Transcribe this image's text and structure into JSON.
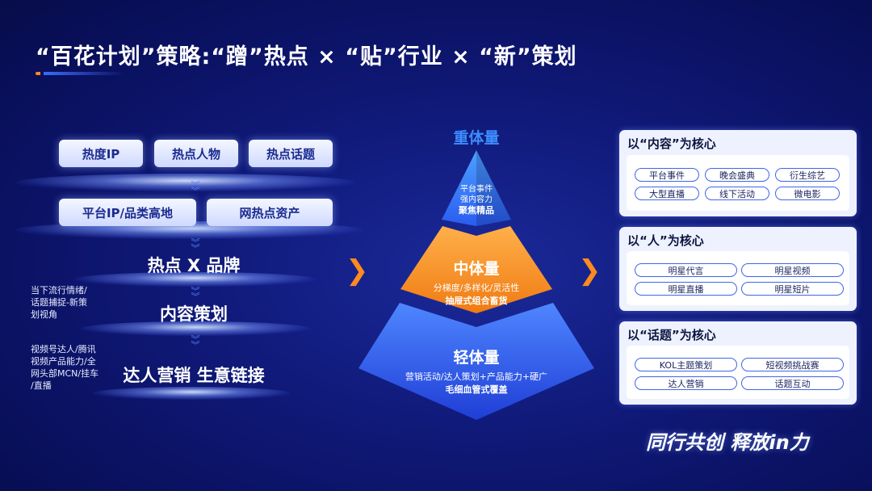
{
  "title": "“百花计划”策略:“蹭”热点 × “贴”行业 × “新”策划",
  "left": {
    "row1": [
      "热度IP",
      "热点人物",
      "热点话题"
    ],
    "row2": [
      "平台IP/品类高地",
      "网热点资产"
    ],
    "stage1": "热点 X 品牌",
    "stage2": "内容策划",
    "stage3": "达人营销 生意链接",
    "note1": [
      "当下流行情绪/",
      "话题捕捉-新策",
      "划视角"
    ],
    "note2": [
      "视频号达人/腾讯",
      "视频产品能力/全",
      "网头部MCN/挂车",
      "/直播"
    ]
  },
  "pyramid": {
    "top_header": "重体量",
    "top": {
      "lines": [
        "平台事件",
        "强内容力"
      ],
      "bold": "聚焦精品"
    },
    "middle": {
      "title": "中体量",
      "line": "分梯度/多样化/灵活性",
      "bold": "抽屉式组合畜货"
    },
    "bottom": {
      "title": "轻体量",
      "line": "营销活动/达人策划+产品能力+硬广",
      "bold": "毛细血管式覆盖"
    }
  },
  "cards": [
    {
      "title": "以“内容”为核心",
      "pills": [
        "平台事件",
        "晚会盛典",
        "衍生综艺",
        "大型直播",
        "线下活动",
        "微电影"
      ]
    },
    {
      "title": "以“人”为核心",
      "pills": [
        "明星代言",
        "明星视频",
        "明星直播",
        "明星短片"
      ]
    },
    {
      "title": "以“话题”为核心",
      "pills": [
        "KOL主题策划",
        "短视频挑战赛",
        "达人营销",
        "话题互动"
      ]
    }
  ],
  "slogan": "同行共创 释放in力",
  "colors": {
    "accent_orange": "#ff8a1f",
    "accent_blue": "#3d8cff",
    "background": "#0a1160"
  }
}
